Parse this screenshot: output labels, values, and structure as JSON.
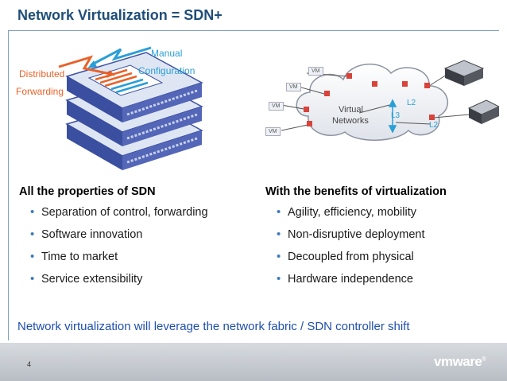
{
  "slide": {
    "title": "Network Virtualization = SDN+",
    "page_number": "4",
    "logo_text": "vmware",
    "footer_note": "Network virtualization will leverage the network fabric / SDN controller shift"
  },
  "illustration_left": {
    "label_distributed": "Distributed",
    "label_forwarding": "Forwarding",
    "label_manual": "Manual",
    "label_configuration": "Configuration"
  },
  "illustration_right": {
    "vm_label": "VM",
    "cloud_text_1": "Virtual",
    "cloud_text_2": "Networks",
    "label_l2_top": "L2",
    "label_l3": "L3",
    "label_l2_bottom": "L2"
  },
  "left_column": {
    "heading": "All the properties of SDN",
    "items": [
      "Separation of control, forwarding",
      "Software innovation",
      "Time to market",
      "Service extensibility"
    ]
  },
  "right_column": {
    "heading": "With the benefits of virtualization",
    "items": [
      "Agility, efficiency, mobility",
      "Non-disruptive deployment",
      "Decoupled from physical",
      "Hardware independence"
    ]
  },
  "colors": {
    "title": "#1f4e79",
    "footer_note": "#1f4fb0",
    "bullet": "#3a7bbf",
    "arrow_orange": "#e8622a",
    "arrow_blue": "#2a9fd6",
    "switch_blue": "#3b4fa0"
  }
}
